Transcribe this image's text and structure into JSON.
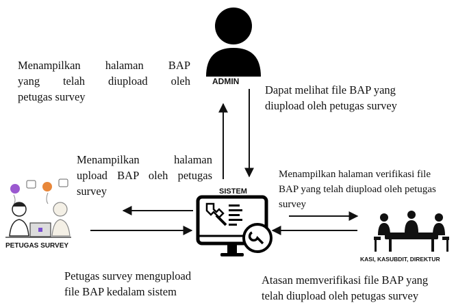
{
  "actors": {
    "admin": "ADMIN",
    "sistem": "SISTEM",
    "petugas": "PETUGAS SURVEY",
    "atasan": "KASI, KASUBDIT, DIREKTUR"
  },
  "flows": {
    "to_admin_line1": "Menampilkan halaman BAP",
    "to_admin_line2": "yang telah diupload oleh",
    "to_admin_line3": "petugas survey",
    "from_admin_line1": "Dapat melihat file BAP yang",
    "from_admin_line2": "diupload oleh petugas survey",
    "to_petugas_line1": "Menampilkan halaman",
    "to_petugas_line2": "upload BAP oleh petugas",
    "to_petugas_line3": "survey",
    "from_petugas_line1": "Petugas survey mengupload",
    "from_petugas_line2": "file BAP kedalam sistem",
    "to_atasan_line1": "Menampilkan halaman verifikasi file",
    "to_atasan_line2": "BAP yang telah diupload oleh petugas",
    "to_atasan_line3": "survey",
    "from_atasan_line1": "Atasan memverifikasi file BAP yang",
    "from_atasan_line2": "telah diupload oleh petugas survey"
  }
}
